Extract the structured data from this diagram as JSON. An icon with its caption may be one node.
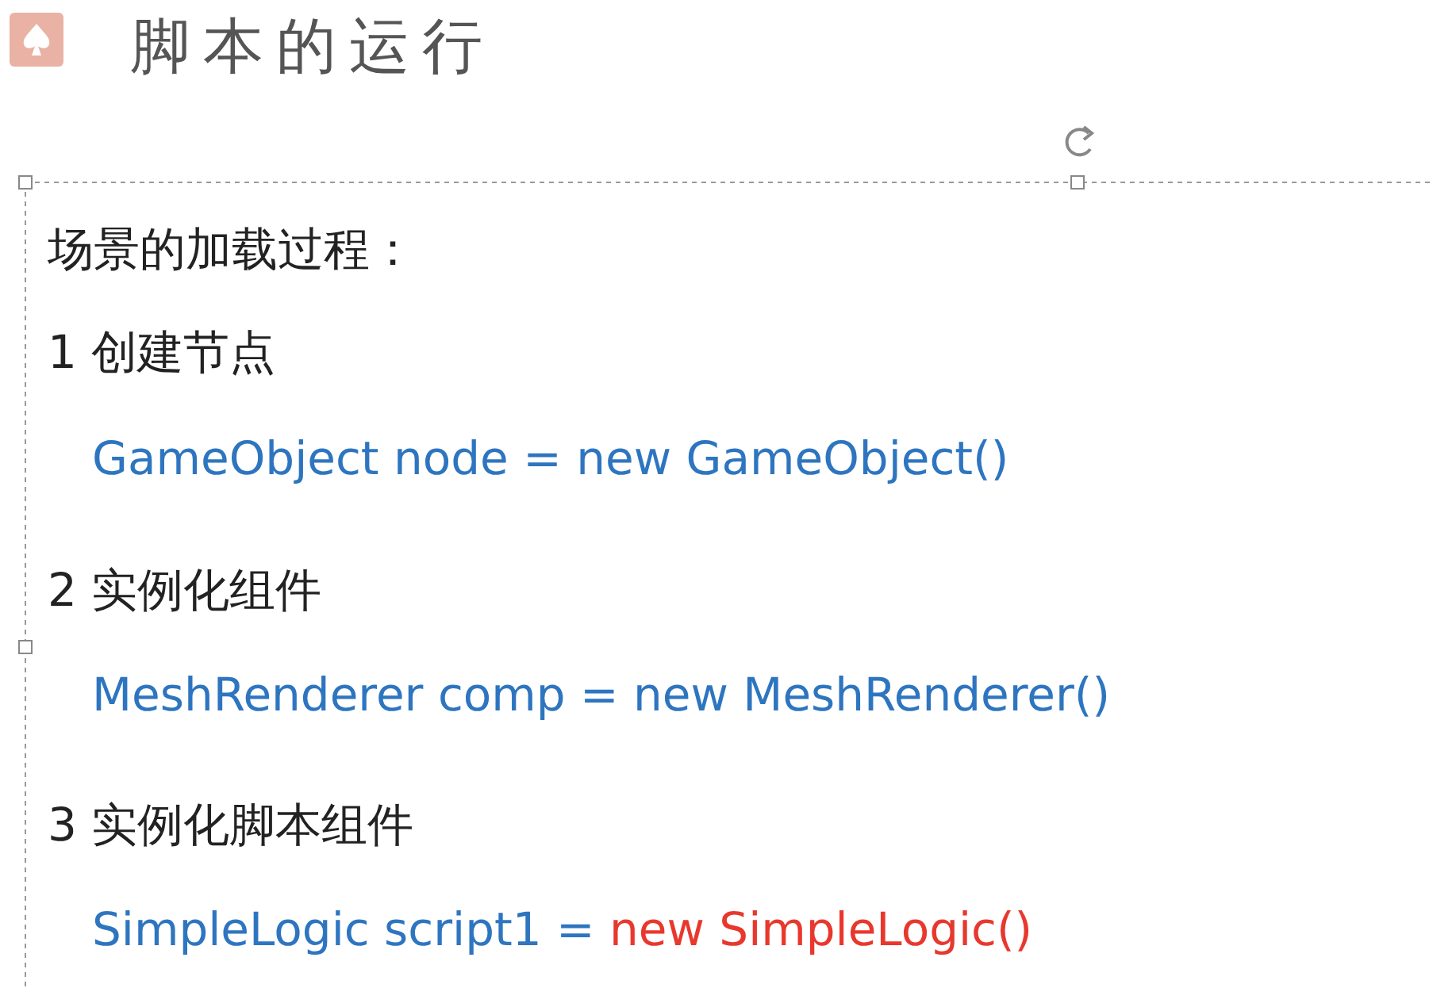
{
  "diagram": {
    "title": "脚本的运行",
    "labels": [
      "场景的加载过程：",
      "1 创建节点",
      "GameObject node = new GameObject()",
      "2 实例化组件",
      "MeshRenderer comp = new MeshRenderer()",
      "3 实例化脚本组件",
      "SimpleLogic script1 =",
      "new SimpleLogic()"
    ]
  }
}
